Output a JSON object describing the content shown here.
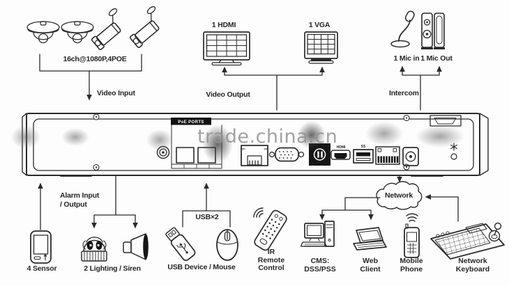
{
  "colors": {
    "line": "#2b2b2b",
    "text": "#262626",
    "watermark": "#919191",
    "poe_label_bg": "#111111"
  },
  "watermark_text": "trade.china.cn",
  "cameras": {
    "caption": "16ch@1080P,4POE",
    "flow": "Video Input"
  },
  "video_output": {
    "monitor1": "1 HDMI",
    "monitor2": "1 VGA",
    "flow": "Video Output"
  },
  "intercom": {
    "mic_in": "1 Mic in",
    "mic_out": "1 Mic Out",
    "flow": "Intercom"
  },
  "nvr": {
    "poe_label": "PoE PORTS",
    "hdmi_label": "HDMI",
    "usb_label": "SS"
  },
  "alarm": {
    "sensor": "4 Sensor",
    "label_line1": "Alarm Input",
    "label_line2": "/ Output",
    "lighting": "2 Lighting / Siren"
  },
  "usb": {
    "count": "USB×2",
    "devices": "USB Device / Mouse"
  },
  "ir": {
    "line1": "IR",
    "line2": "Remote",
    "line3": "Control"
  },
  "network": {
    "cloud": "Network",
    "cms1": "CMS:",
    "cms2": "DSS/PSS",
    "web1": "Web",
    "web2": "Client",
    "mobile1": "Mobile",
    "mobile2": "Phone",
    "kb1": "Network",
    "kb2": "Keyboard"
  }
}
